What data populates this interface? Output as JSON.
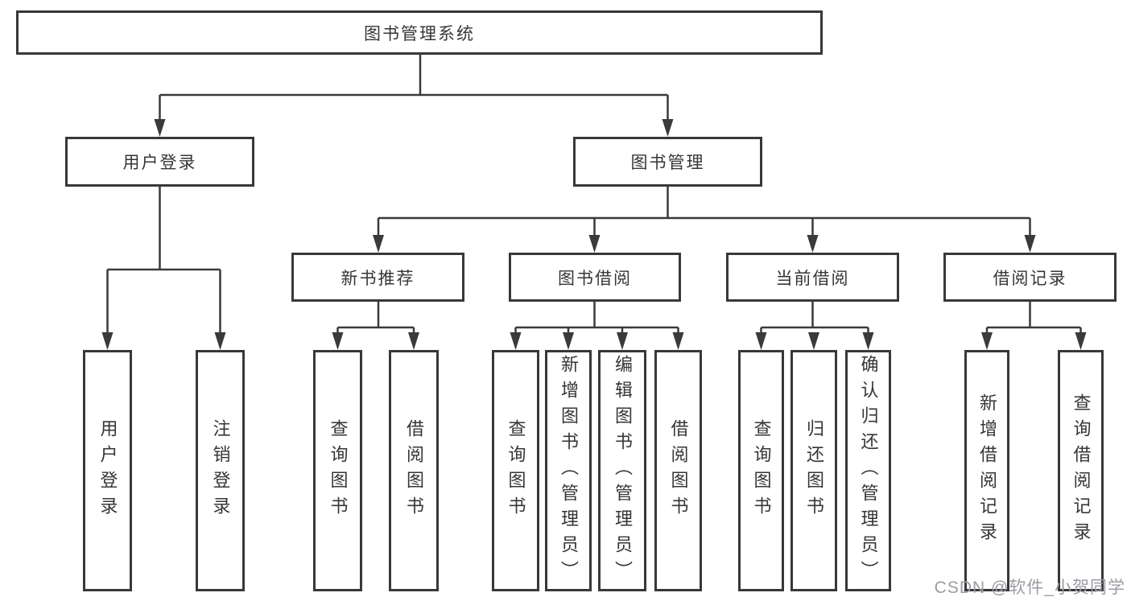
{
  "tree": {
    "root": {
      "label": "图书管理系统"
    },
    "user_login": {
      "label": "用户登录",
      "children": [
        {
          "label": "用户登录"
        },
        {
          "label": "注销登录"
        }
      ]
    },
    "book_management": {
      "label": "图书管理",
      "sections": [
        {
          "label": "新书推荐",
          "children": [
            {
              "label": "查询图书"
            },
            {
              "label": "借阅图书"
            }
          ]
        },
        {
          "label": "图书借阅",
          "children": [
            {
              "label": "查询图书"
            },
            {
              "label": "新增图书（管理员）"
            },
            {
              "label": "编辑图书（管理员）"
            },
            {
              "label": "借阅图书"
            }
          ]
        },
        {
          "label": "当前借阅",
          "children": [
            {
              "label": "查询图书"
            },
            {
              "label": "归还图书"
            },
            {
              "label": "确认归还（管理员）"
            }
          ]
        },
        {
          "label": "借阅记录",
          "children": [
            {
              "label": "新增借阅记录"
            },
            {
              "label": "查询借阅记录"
            }
          ]
        }
      ]
    }
  },
  "watermark": "CSDN @软件_小贺同学",
  "colors": {
    "line": "#3a3a3a",
    "box_border": "#383838",
    "text": "#363636",
    "background": "#ffffff",
    "watermark": "#9b9ba3"
  }
}
